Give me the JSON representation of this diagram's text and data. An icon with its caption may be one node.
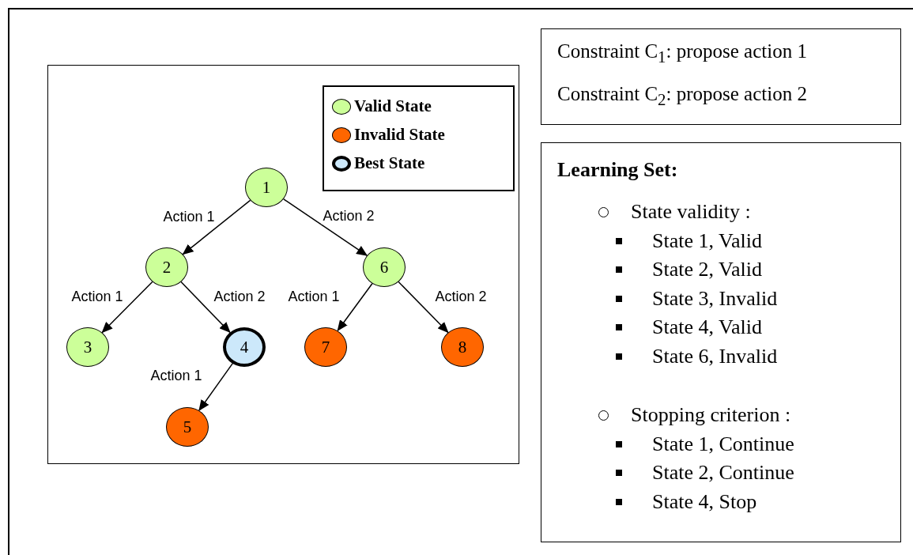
{
  "diagram": {
    "nodes": [
      {
        "text": [],
        "shape": "box"
      },
      {
        "text": [
          "1"
        ],
        "in": 0
      },
      {
        "text": [
          "2"
        ],
        "in": 0
      },
      {
        "text": [
          "3"
        ],
        "in": 0
      },
      {
        "text": [
          "4"
        ],
        "in": 0
      },
      {
        "text": [
          "5"
        ],
        "in": 0
      },
      {
        "text": [
          "6"
        ],
        "in": 0
      },
      {
        "text": [
          "7"
        ],
        "in": 0
      },
      {
        "text": [
          "8"
        ],
        "in": 0
      },
      {
        "text": [
          "Constraint C$_{1}$: propose action 1",
          "Constraint C$_{2}$: propose action 2"
        ]
      },
      {
        "text": [
          "Learning Set:",
          "State validity :",
          "State 1, Valid",
          "State 2, Valid",
          "State 3, Invalid",
          "State 4, Valid",
          "State 6, Invalid",
          "Stopping criterion :",
          "State 1, Continue",
          "State 2, Continue",
          "State 4, Stop"
        ]
      }
    ],
    "edges": [
      {
        "from": 1,
        "to": 2,
        "arrow": "to",
        "label": "Action 1"
      },
      {
        "from": 1,
        "to": 6,
        "arrow": "to",
        "label": "Action 2"
      },
      {
        "from": 2,
        "to": 3,
        "arrow": "to",
        "label": "Action 1"
      },
      {
        "from": 2,
        "to": 4,
        "arrow": "to",
        "label": "Action 2"
      },
      {
        "from": 6,
        "to": 7,
        "arrow": "to",
        "label": "Action 1"
      },
      {
        "from": 6,
        "to": 8,
        "arrow": "to",
        "label": "Action 2"
      },
      {
        "from": 4,
        "to": 5,
        "arrow": "to",
        "label": "Action 1"
      }
    ],
    "legend": [
      {
        "text": "Valid State",
        "color": "#ccff99"
      },
      {
        "text": "Invalid State",
        "color": "#ff6600"
      },
      {
        "text": "Best State",
        "color": "#cce8fa"
      }
    ]
  }
}
